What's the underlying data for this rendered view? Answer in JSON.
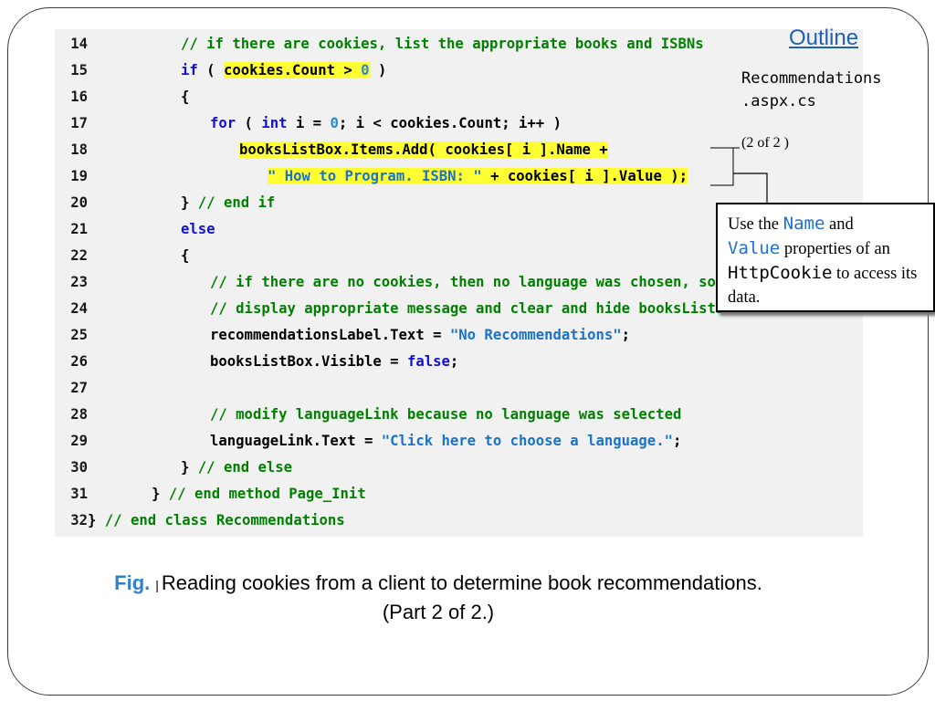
{
  "header": {
    "outline_link": "Outline"
  },
  "file": {
    "name_line1": "Recommendations",
    "name_line2": ".aspx.cs",
    "page_of": "(2 of 2 )"
  },
  "code": [
    {
      "num": "14",
      "indent": 2,
      "tokens": [
        {
          "t": "// if there are cookies, list the appropriate books and ISBNs",
          "c": "cm"
        }
      ]
    },
    {
      "num": "15",
      "indent": 2,
      "tokens": [
        {
          "t": "if",
          "c": "kw"
        },
        {
          "t": " ( ",
          "c": ""
        },
        {
          "t": "cookies.Count > ",
          "c": "",
          "hl": true
        },
        {
          "t": "0",
          "c": "nm",
          "hl": true
        },
        {
          "t": " )",
          "c": ""
        }
      ]
    },
    {
      "num": "16",
      "indent": 2,
      "tokens": [
        {
          "t": "{",
          "c": ""
        }
      ]
    },
    {
      "num": "17",
      "indent": 3,
      "tokens": [
        {
          "t": "for",
          "c": "kw"
        },
        {
          "t": " ( ",
          "c": ""
        },
        {
          "t": "int",
          "c": "kw"
        },
        {
          "t": " i = ",
          "c": ""
        },
        {
          "t": "0",
          "c": "nm"
        },
        {
          "t": "; i < cookies.Count; i++ )",
          "c": ""
        }
      ]
    },
    {
      "num": "18",
      "indent": 4,
      "tokens": [
        {
          "t": "booksListBox.Items.Add( cookies[ i ].Name +",
          "c": "",
          "hl": true
        }
      ]
    },
    {
      "num": "19",
      "indent": 5,
      "tokens": [
        {
          "t": "\" How to Program. ISBN: \"",
          "c": "st",
          "hl": true
        },
        {
          "t": " + cookies[ i ].Value );",
          "c": "",
          "hl": true
        }
      ]
    },
    {
      "num": "20",
      "indent": 2,
      "tokens": [
        {
          "t": "} ",
          "c": ""
        },
        {
          "t": "// end if",
          "c": "cm"
        }
      ]
    },
    {
      "num": "21",
      "indent": 2,
      "tokens": [
        {
          "t": "else",
          "c": "kw"
        }
      ]
    },
    {
      "num": "22",
      "indent": 2,
      "tokens": [
        {
          "t": "{",
          "c": ""
        }
      ]
    },
    {
      "num": "23",
      "indent": 3,
      "tokens": [
        {
          "t": "// if there are no cookies, then no language was chosen, so",
          "c": "cm"
        }
      ]
    },
    {
      "num": "24",
      "indent": 3,
      "tokens": [
        {
          "t": "// display appropriate message and clear and hide booksListBox",
          "c": "cm"
        }
      ]
    },
    {
      "num": "25",
      "indent": 3,
      "tokens": [
        {
          "t": "recommendationsLabel.Text = ",
          "c": ""
        },
        {
          "t": "\"No Recommendations\"",
          "c": "st"
        },
        {
          "t": ";",
          "c": ""
        }
      ]
    },
    {
      "num": "26",
      "indent": 3,
      "tokens": [
        {
          "t": "booksListBox.Visible = ",
          "c": ""
        },
        {
          "t": "false",
          "c": "kw"
        },
        {
          "t": ";",
          "c": ""
        }
      ]
    },
    {
      "num": "27",
      "indent": 0,
      "tokens": []
    },
    {
      "num": "28",
      "indent": 3,
      "tokens": [
        {
          "t": "// modify languageLink because no language was selected",
          "c": "cm"
        }
      ]
    },
    {
      "num": "29",
      "indent": 3,
      "tokens": [
        {
          "t": "languageLink.Text = ",
          "c": ""
        },
        {
          "t": "\"Click here to choose a language.\"",
          "c": "st"
        },
        {
          "t": ";",
          "c": ""
        }
      ]
    },
    {
      "num": "30",
      "indent": 2,
      "tokens": [
        {
          "t": "} ",
          "c": ""
        },
        {
          "t": "// end else",
          "c": "cm"
        }
      ]
    },
    {
      "num": "31",
      "indent": 1,
      "tokens": [
        {
          "t": "} ",
          "c": ""
        },
        {
          "t": "// end method Page_Init",
          "c": "cm"
        }
      ]
    },
    {
      "num": "32",
      "indent": 0,
      "tokens": [
        {
          "t": "} ",
          "c": ""
        },
        {
          "t": "// end class Recommendations",
          "c": "cm"
        }
      ]
    }
  ],
  "callout": {
    "text1": "Use the ",
    "name": "Name",
    "text2": " and ",
    "value": "Value",
    "text3": " properties of an ",
    "httpcookie": "HttpCookie",
    "text4": " to access its data."
  },
  "caption": {
    "fig": "Fig.",
    "separator": "|",
    "text": "Reading cookies from a client to determine book recommendations. (Part 2 of 2.)"
  },
  "colors": {
    "keyword": "#1010d8",
    "comment": "#008000",
    "string": "#1a73c8",
    "highlight": "#ffff33",
    "outline_link": "#1f5fb4",
    "fig_label": "#2e7fd0"
  }
}
